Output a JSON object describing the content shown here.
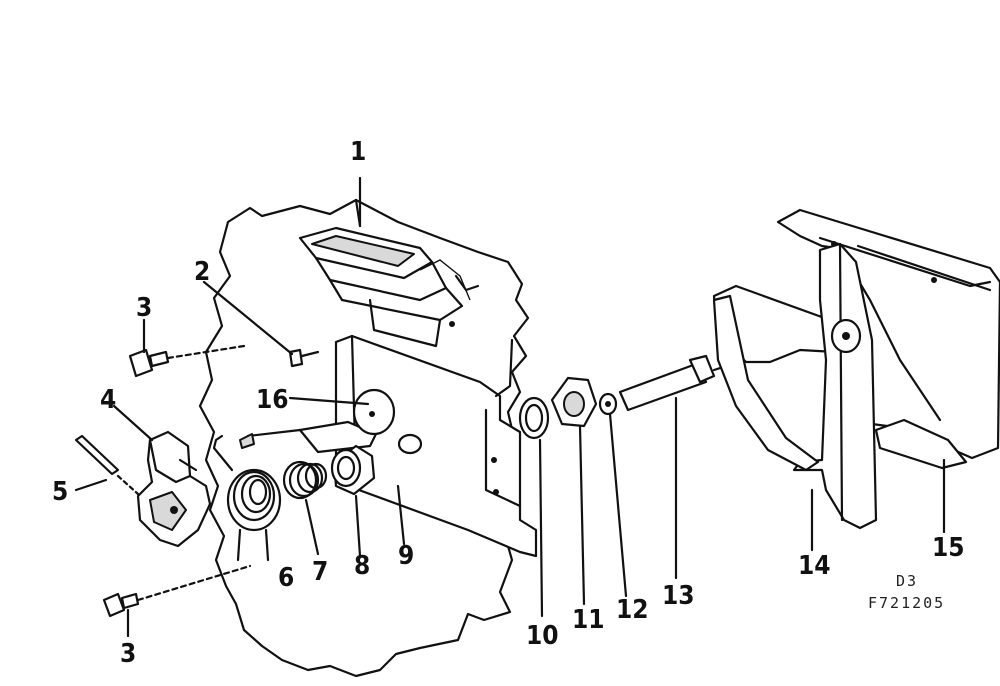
{
  "diagram": {
    "callouts": {
      "c1": "1",
      "c2": "2",
      "c3a": "3",
      "c3b": "3",
      "c4": "4",
      "c5": "5",
      "c6": "6",
      "c7": "7",
      "c8": "8",
      "c9": "9",
      "c10": "10",
      "c11": "11",
      "c12": "12",
      "c13": "13",
      "c14": "14",
      "c15": "15",
      "c16": "16"
    },
    "code_line1": "D3",
    "code_line2": "F721205"
  }
}
